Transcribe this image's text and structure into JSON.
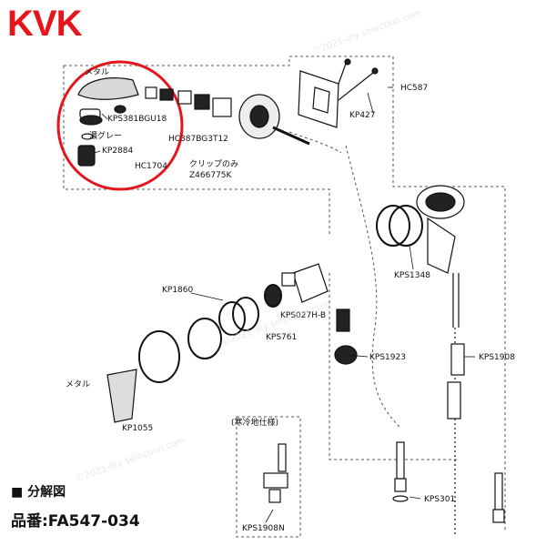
{
  "brand": {
    "name": "KVK",
    "color": "#e6151b"
  },
  "highlight_color": "#e6151b",
  "parts": {
    "metal_top": "メタル",
    "kps381bgu18": "KPS381BGU18",
    "gray": "濃グレー",
    "kp2884": "KP2884",
    "hc1704": "HC1704",
    "hc387bg3t12": "HC387BG3T12",
    "clip_only": "クリップのみ",
    "z466775k": "Z466775K",
    "kp427": "KP427",
    "hc587": "HC587",
    "kps1348": "KPS1348",
    "kp1860": "KP1860",
    "kps027hb": "KPS027H-B",
    "kps761": "KPS761",
    "kps1923": "KPS1923",
    "kps1908": "KPS1908",
    "metal_handle": "メタル",
    "kp1055": "KP1055",
    "cold_region": "(寒冷地仕様)",
    "kps301": "KPS301",
    "kps1908n": "KPS1908N"
  },
  "footer": {
    "title_icon": "black-square-icon",
    "title": "■ 分解図",
    "part_number": "品番:FA547-034"
  },
  "watermark": "©2021-diy selection.com"
}
